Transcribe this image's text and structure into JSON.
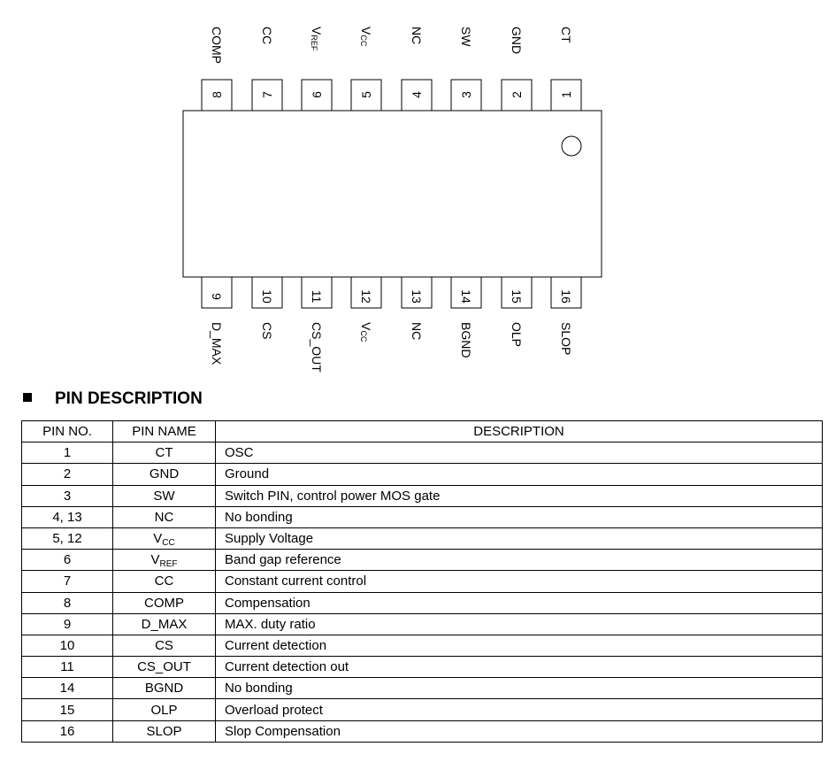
{
  "diagram": {
    "top_pins": [
      {
        "num": "8",
        "name": "COMP",
        "sub": ""
      },
      {
        "num": "7",
        "name": "CC",
        "sub": ""
      },
      {
        "num": "6",
        "name": "V",
        "sub": "REF"
      },
      {
        "num": "5",
        "name": "V",
        "sub": "CC"
      },
      {
        "num": "4",
        "name": "NC",
        "sub": ""
      },
      {
        "num": "3",
        "name": "SW",
        "sub": ""
      },
      {
        "num": "2",
        "name": "GND",
        "sub": ""
      },
      {
        "num": "1",
        "name": "CT",
        "sub": ""
      }
    ],
    "bottom_pins": [
      {
        "num": "9",
        "name": "D_MAX",
        "sub": ""
      },
      {
        "num": "10",
        "name": "CS",
        "sub": ""
      },
      {
        "num": "11",
        "name": "CS_OUT",
        "sub": ""
      },
      {
        "num": "12",
        "name": "V",
        "sub": "CC"
      },
      {
        "num": "13",
        "name": "NC",
        "sub": ""
      },
      {
        "num": "14",
        "name": "BGND",
        "sub": ""
      },
      {
        "num": "15",
        "name": "OLP",
        "sub": ""
      },
      {
        "num": "16",
        "name": "SLOP",
        "sub": ""
      }
    ]
  },
  "section": {
    "title": "PIN DESCRIPTION"
  },
  "table": {
    "headers": [
      "PIN NO.",
      "PIN NAME",
      "DESCRIPTION"
    ],
    "rows": [
      {
        "no": "1",
        "name": "CT",
        "sub": "",
        "desc": "OSC"
      },
      {
        "no": "2",
        "name": "GND",
        "sub": "",
        "desc": "Ground"
      },
      {
        "no": "3",
        "name": "SW",
        "sub": "",
        "desc": "Switch PIN, control power MOS gate"
      },
      {
        "no": "4, 13",
        "name": "NC",
        "sub": "",
        "desc": "No bonding"
      },
      {
        "no": "5, 12",
        "name": "V",
        "sub": "CC",
        "desc": "Supply Voltage"
      },
      {
        "no": "6",
        "name": "V",
        "sub": "REF",
        "desc": "Band gap reference"
      },
      {
        "no": "7",
        "name": "CC",
        "sub": "",
        "desc": "Constant current control"
      },
      {
        "no": "8",
        "name": "COMP",
        "sub": "",
        "desc": "Compensation"
      },
      {
        "no": "9",
        "name": "D_MAX",
        "sub": "",
        "desc": "MAX. duty ratio"
      },
      {
        "no": "10",
        "name": "CS",
        "sub": "",
        "desc": "Current detection"
      },
      {
        "no": "11",
        "name": "CS_OUT",
        "sub": "",
        "desc": "Current detection out"
      },
      {
        "no": "14",
        "name": "BGND",
        "sub": "",
        "desc": "No bonding"
      },
      {
        "no": "15",
        "name": "OLP",
        "sub": "",
        "desc": "Overload protect"
      },
      {
        "no": "16",
        "name": "SLOP",
        "sub": "",
        "desc": "Slop Compensation"
      }
    ]
  }
}
